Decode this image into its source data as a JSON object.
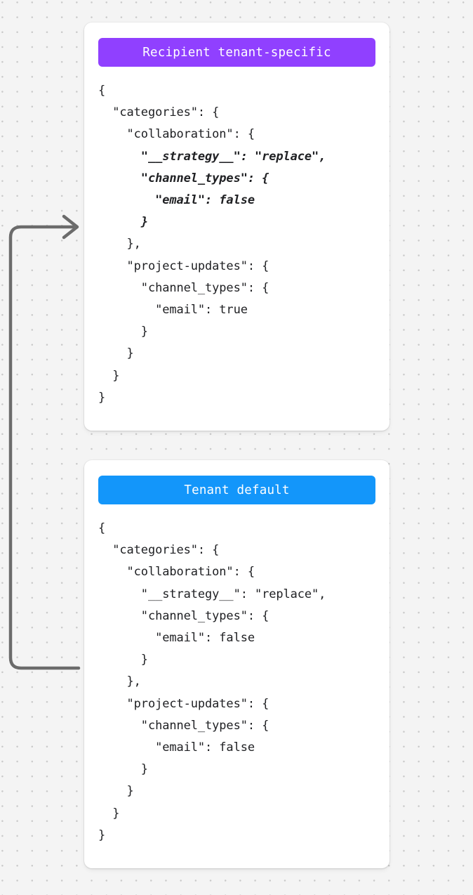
{
  "canvas": {
    "background_color": "#f4f4f4",
    "dot_color": "#c9c9c9"
  },
  "connector": {
    "name": "merge-arrow",
    "from": "tenant-default-card",
    "to": "recipient-tenant-specific-card",
    "color": "#6b6b6b",
    "arrowhead": "chevron-right"
  },
  "cards": [
    {
      "id": "recipient-tenant-specific",
      "header": {
        "label": "Recipient tenant-specific",
        "color": "#9040FF"
      },
      "code_lines": [
        {
          "text": "{",
          "highlight": false
        },
        {
          "text": "  \"categories\": {",
          "highlight": false
        },
        {
          "text": "    \"collaboration\": {",
          "highlight": false
        },
        {
          "text": "      \"__strategy__\": \"replace\",",
          "highlight": true
        },
        {
          "text": "      \"channel_types\": {",
          "highlight": true
        },
        {
          "text": "        \"email\": false",
          "highlight": true
        },
        {
          "text": "      }",
          "highlight": true
        },
        {
          "text": "    },",
          "highlight": false
        },
        {
          "text": "    \"project-updates\": {",
          "highlight": false
        },
        {
          "text": "      \"channel_types\": {",
          "highlight": false
        },
        {
          "text": "        \"email\": true",
          "highlight": false
        },
        {
          "text": "      }",
          "highlight": false
        },
        {
          "text": "    }",
          "highlight": false
        },
        {
          "text": "  }",
          "highlight": false
        },
        {
          "text": "}",
          "highlight": false
        }
      ]
    },
    {
      "id": "tenant-default",
      "header": {
        "label": "Tenant default",
        "color": "#1396FA"
      },
      "code_lines": [
        {
          "text": "{",
          "highlight": false
        },
        {
          "text": "  \"categories\": {",
          "highlight": false
        },
        {
          "text": "    \"collaboration\": {",
          "highlight": false
        },
        {
          "text": "      \"__strategy__\": \"replace\",",
          "highlight": false
        },
        {
          "text": "      \"channel_types\": {",
          "highlight": false
        },
        {
          "text": "        \"email\": false",
          "highlight": false
        },
        {
          "text": "      }",
          "highlight": false
        },
        {
          "text": "    },",
          "highlight": false
        },
        {
          "text": "    \"project-updates\": {",
          "highlight": false
        },
        {
          "text": "      \"channel_types\": {",
          "highlight": false
        },
        {
          "text": "        \"email\": false",
          "highlight": false
        },
        {
          "text": "      }",
          "highlight": false
        },
        {
          "text": "    }",
          "highlight": false
        },
        {
          "text": "  }",
          "highlight": false
        },
        {
          "text": "}",
          "highlight": false
        }
      ]
    }
  ]
}
